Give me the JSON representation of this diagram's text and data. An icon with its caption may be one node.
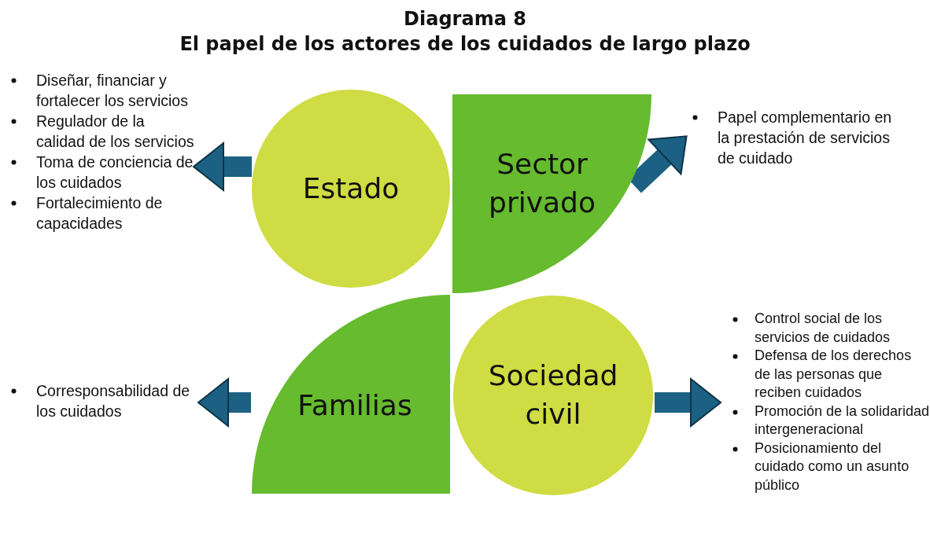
{
  "diagram": {
    "title": "Diagrama 8",
    "nodes": [
      {
        "text": [
          "Estado"
        ]
      },
      {
        "text": [
          "Sector privado"
        ]
      },
      {
        "text": [
          "Familias"
        ]
      },
      {
        "text": [
          "Sociedad civil"
        ]
      },
      {
        "text": [
          "Diseñar, financiar y fortalecer los servicios",
          "Regulador de la calidad de los servicios",
          "Toma de conciencia de los cuidados",
          "Fortalecimiento de capacidades"
        ]
      },
      {
        "text": [
          "Papel complementario en la prestación de servicios de cuidado"
        ]
      },
      {
        "text": [
          "Corresponsabilidad de los cuidados"
        ]
      },
      {
        "text": [
          "Control social de los servicios de cuidados",
          "Defensa de los derechos de las personas que reciben cuidados",
          "Promoción de la solidaridad intergeneracional",
          "Posicionamiento del cuidado como un asunto público"
        ]
      }
    ],
    "edges": [
      {
        "from": 0,
        "to": 4,
        "arrow": "to"
      },
      {
        "from": 1,
        "to": 5,
        "arrow": "to"
      },
      {
        "from": 2,
        "to": 6,
        "arrow": "to"
      },
      {
        "from": 3,
        "to": 7,
        "arrow": "to"
      }
    ],
    "labels": [
      "El papel de los actores de los cuidados de largo plazo"
    ]
  }
}
